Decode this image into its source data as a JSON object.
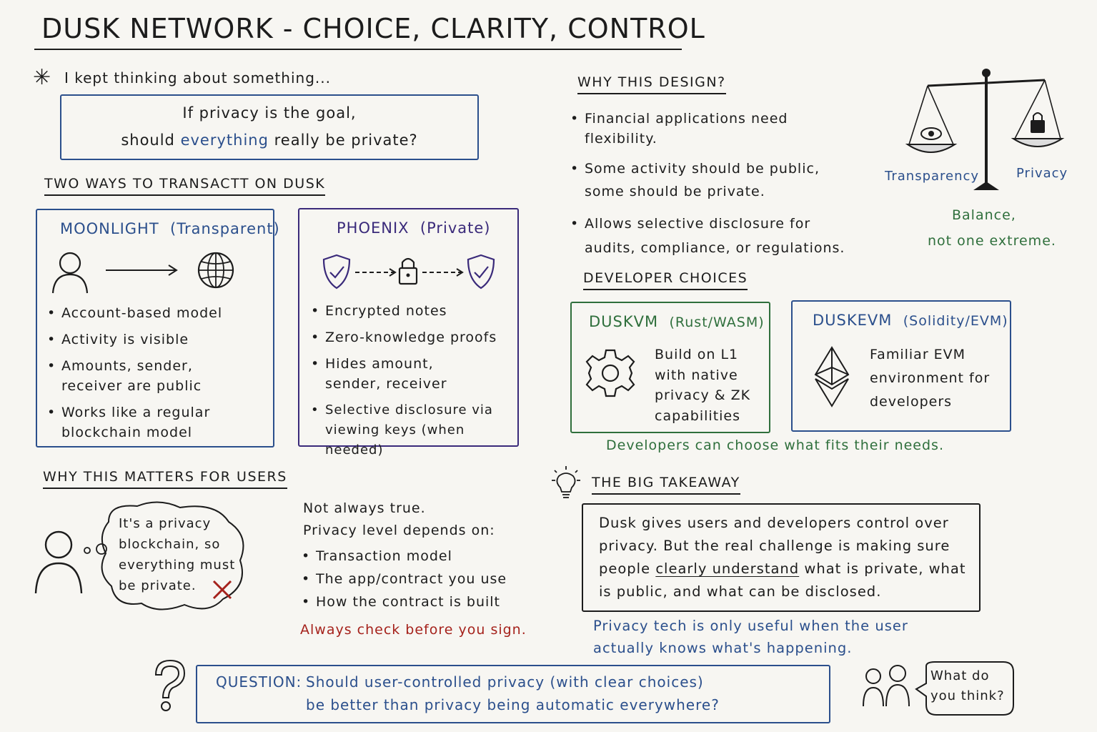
{
  "title": "DUSK NETWORK - CHOICE, CLARITY, CONTROL",
  "intro": {
    "lead": "I kept thinking about something...",
    "quote_line1": "If privacy is the goal,",
    "quote_pre": "should",
    "quote_highlight": "everything",
    "quote_post": "really be private?"
  },
  "two_ways": {
    "header": "TWO WAYS TO TRANSACTT ON DUSK",
    "moonlight": {
      "name": "MOONLIGHT",
      "tag": "(Transparent)",
      "bullets": [
        "Account-based model",
        "Activity is visible",
        "Amounts, sender, receiver are public",
        "Works like a regular blockchain model"
      ]
    },
    "phoenix": {
      "name": "PHOENIX",
      "tag": "(Private)",
      "bullets": [
        "Encrypted notes",
        "Zero-knowledge proofs",
        "Hides amount, sender, receiver",
        "Selective disclosure via viewing keys (when needed)"
      ]
    }
  },
  "why_design": {
    "header": "WHY THIS DESIGN?",
    "bullets": [
      "Financial applications need flexibility.",
      "Some activity should be public, some should be private.",
      "Allows selective disclosure for audits, compliance, or regulations."
    ],
    "scale_left": "Transparency",
    "scale_right": "Privacy",
    "balance_line1": "Balance,",
    "balance_line2": "not one extreme."
  },
  "developer": {
    "header": "DEVELOPER CHOICES",
    "duskvm": {
      "name": "DUSKVM",
      "tag": "(Rust/WASM)",
      "text": "Build on L1 with native privacy & ZK capabilities"
    },
    "duskevm": {
      "name": "DUSKEVM",
      "tag": "(Solidity/EVM)",
      "text": "Familiar EVM environment for developers"
    },
    "footer": "Developers can choose what fits their needs."
  },
  "users": {
    "header": "WHY THIS MATTERS FOR USERS",
    "thought": "It's a privacy blockchain, so everything must be private.",
    "reply": "Not always true.",
    "depends": "Privacy level depends on:",
    "bullets": [
      "Transaction model",
      "The app/contract you use",
      "How the contract is built"
    ],
    "warning": "Always check before you sign."
  },
  "takeaway": {
    "header": "THE BIG TAKEAWAY",
    "text_pre": "Dusk gives users and developers control over privacy. But the real challenge is making sure people",
    "text_emph": "clearly understand",
    "text_post": "what is private, what is public, and what can be disclosed.",
    "footer": "Privacy tech is only useful when the user actually knows what's happening."
  },
  "question": {
    "label": "QUESTION:",
    "line1": "Should user-controlled privacy (with clear choices)",
    "line2": "be better than privacy being automatic everywhere?"
  },
  "bubble": "What do you think?",
  "colors": {
    "blue": "#2b4f8c",
    "green": "#2f6f3c",
    "red": "#a5221c",
    "purple": "#3a2a7a",
    "ink": "#1c1c1c"
  }
}
